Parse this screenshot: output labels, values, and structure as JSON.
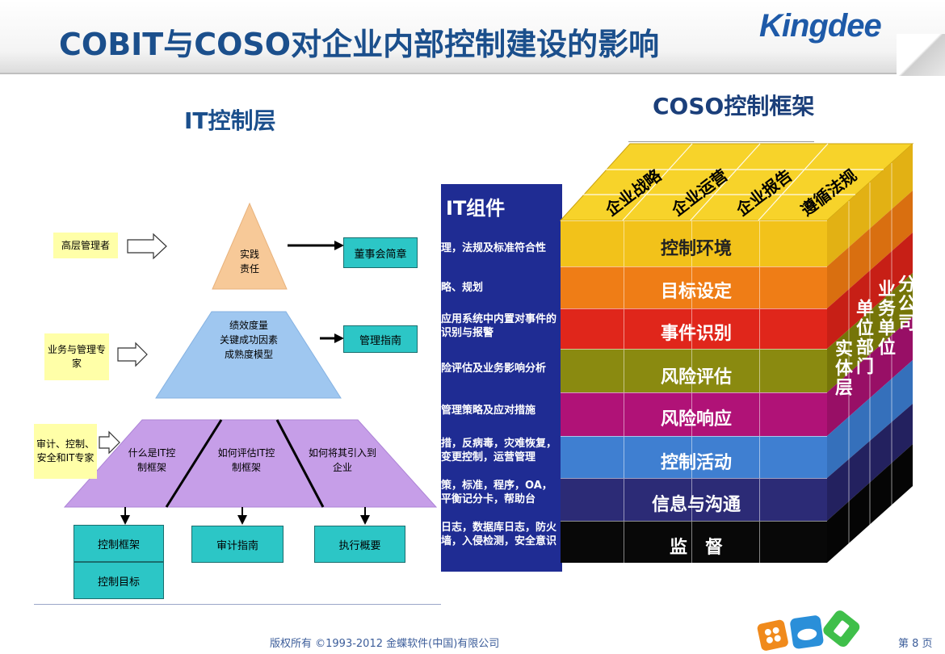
{
  "header": {
    "title": "COBIT与COSO对企业内部控制建设的影响",
    "logo_text": "Kingdee"
  },
  "left": {
    "title": "IT控制层",
    "roles": [
      "高层管理者",
      "业务与管理专家",
      "审计、控制、安全和IT专家"
    ],
    "pyramid_top": [
      "实践",
      "责任"
    ],
    "pyramid_mid": [
      "绩效度量",
      "关键成功因素",
      "成熟度模型"
    ],
    "pyramid_bottom": [
      "什么是IT控制框架",
      "如何评估IT控制框架",
      "如何将其引入到企业"
    ],
    "outputs_right": [
      "董事会简章",
      "管理指南"
    ],
    "outputs_bottom": [
      "控制框架",
      "控制目标",
      "审计指南",
      "执行概要"
    ]
  },
  "right": {
    "title": "COSO控制框架",
    "it_panel_title": "IT组件",
    "it_rows": [
      "理，法规及标准符合性",
      "略、规划",
      "应用系统中内置对事件的识别与报警",
      "险评估及业务影响分析",
      "管理策略及应对措施",
      "措，反病毒，灾难恢复，变更控制，运营管理",
      "策，标准，程序，OA，平衡记分卡，帮助台",
      "日志，数据库日志，防火墙，入侵检测，安全意识"
    ],
    "top_labels": [
      "企业战略",
      "企业运营",
      "企业报告",
      "遵循法规"
    ],
    "layers": [
      {
        "label": "控制环境",
        "color": "#f2c21a"
      },
      {
        "label": "目标设定",
        "color": "#ef7d16"
      },
      {
        "label": "事件识别",
        "color": "#e0261b"
      },
      {
        "label": "风险评估",
        "color": "#8a8a10"
      },
      {
        "label": "风险响应",
        "color": "#b01277"
      },
      {
        "label": "控制活动",
        "color": "#3f7fd1"
      },
      {
        "label": "信息与沟通",
        "color": "#2c2b76"
      },
      {
        "label": "监　督",
        "color": "#080808"
      }
    ],
    "side_labels": [
      "实体层",
      "单位部门",
      "业务单位",
      "分公司"
    ]
  },
  "footer": {
    "copyright": "版权所有 ©1993-2012 金蝶软件(中国)有限公司",
    "page": "第 8 页"
  }
}
